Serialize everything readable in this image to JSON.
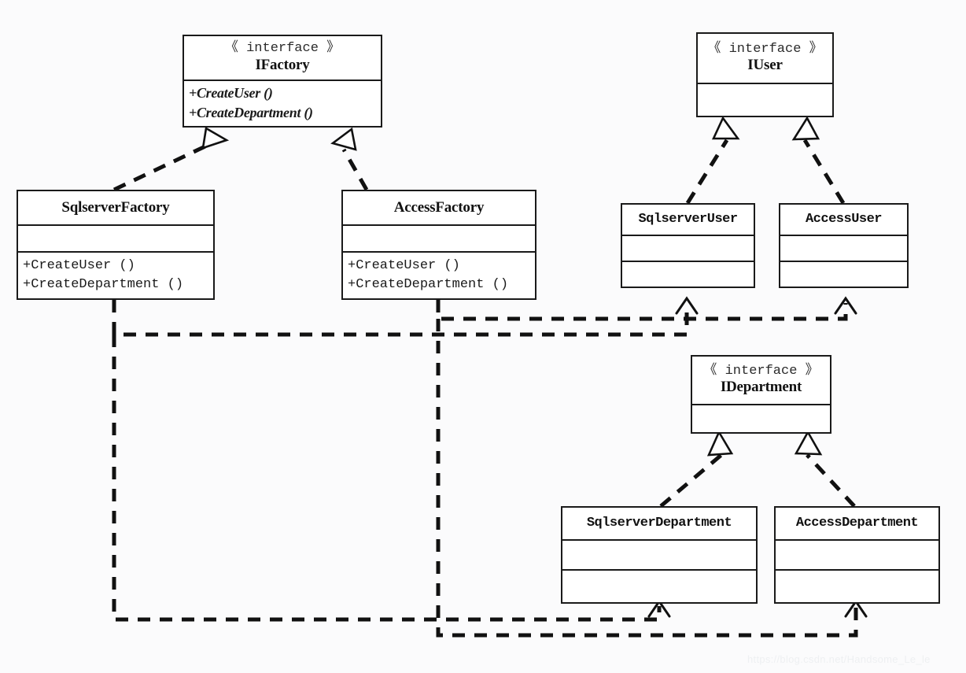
{
  "diagram": {
    "title": "Abstract Factory Pattern UML Class Diagram",
    "background_color": "#fbfbfc",
    "line_color": "#111111",
    "box_fill": "#ffffff"
  },
  "watermark": {
    "top": "",
    "bottom": "https://blog.csdn.net/Handsome_Le_le"
  },
  "classes": {
    "ifactory": {
      "stereotype": "《 interface 》",
      "name": "IFactory",
      "methods": [
        "+CreateUser ()",
        "+CreateDepartment ()"
      ]
    },
    "sqlserver_factory": {
      "name": "SqlserverFactory",
      "attributes": [],
      "methods": [
        "+CreateUser ()",
        "+CreateDepartment ()"
      ]
    },
    "access_factory": {
      "name": "AccessFactory",
      "attributes": [],
      "methods": [
        "+CreateUser ()",
        "+CreateDepartment ()"
      ]
    },
    "iuser": {
      "stereotype": "《 interface 》",
      "name": "IUser",
      "members": []
    },
    "sqlserver_user": {
      "name": "SqlserverUser",
      "attributes": [],
      "methods": []
    },
    "access_user": {
      "name": "AccessUser",
      "attributes": [],
      "methods": []
    },
    "idepartment": {
      "stereotype": "《 interface 》",
      "name": "IDepartment",
      "members": []
    },
    "sqlserver_department": {
      "name": "SqlserverDepartment",
      "attributes": [],
      "methods": []
    },
    "access_department": {
      "name": "AccessDepartment",
      "attributes": [],
      "methods": []
    }
  },
  "relationships": [
    {
      "type": "realization",
      "from": "SqlserverFactory",
      "to": "IFactory"
    },
    {
      "type": "realization",
      "from": "AccessFactory",
      "to": "IFactory"
    },
    {
      "type": "realization",
      "from": "SqlserverUser",
      "to": "IUser"
    },
    {
      "type": "realization",
      "from": "AccessUser",
      "to": "IUser"
    },
    {
      "type": "realization",
      "from": "SqlserverDepartment",
      "to": "IDepartment"
    },
    {
      "type": "realization",
      "from": "AccessDepartment",
      "to": "IDepartment"
    },
    {
      "type": "dependency",
      "from": "SqlserverFactory",
      "to": "SqlserverUser"
    },
    {
      "type": "dependency",
      "from": "AccessFactory",
      "to": "AccessUser"
    },
    {
      "type": "dependency",
      "from": "SqlserverFactory",
      "to": "SqlserverDepartment"
    },
    {
      "type": "dependency",
      "from": "AccessFactory",
      "to": "AccessDepartment"
    }
  ]
}
